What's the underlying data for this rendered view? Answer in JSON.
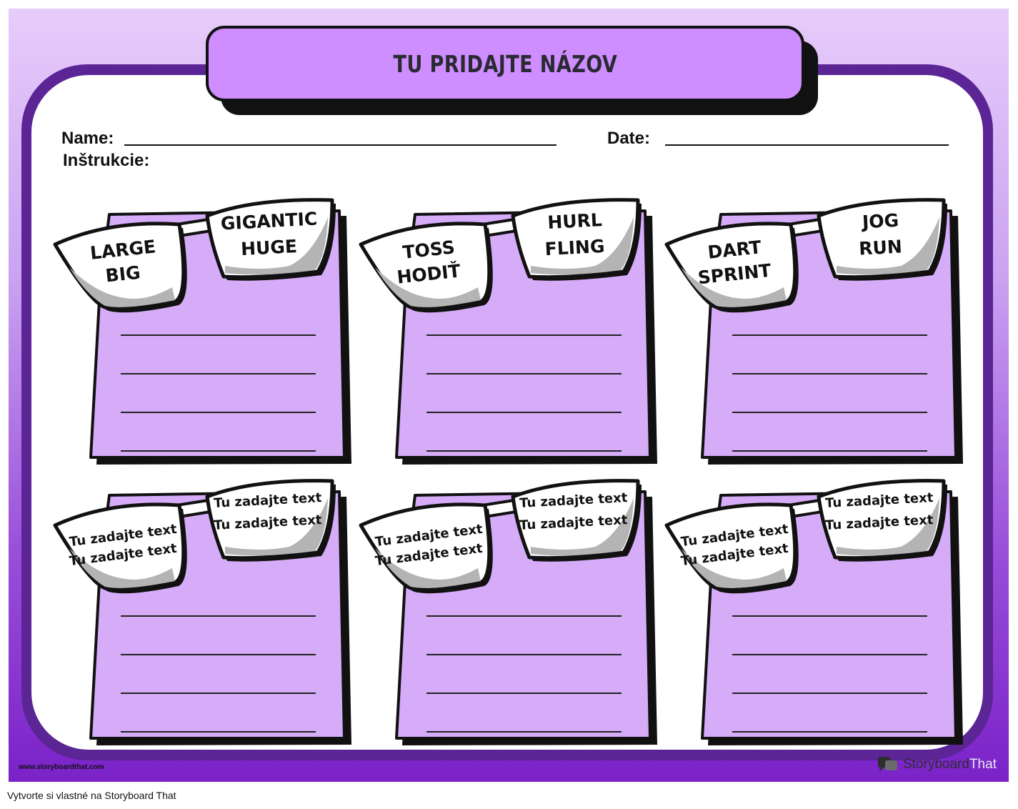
{
  "worksheet": {
    "title": "TU PRIDAJTE NÁZOV",
    "name_label": "Name:",
    "date_label": "Date:",
    "instructions_label": "Inštrukcie:"
  },
  "cards": [
    {
      "left_lens": [
        "LARGE",
        "BIG"
      ],
      "right_lens": [
        "GIGANTIC",
        "HUGE"
      ]
    },
    {
      "left_lens": [
        "TOSS",
        "HODIŤ"
      ],
      "right_lens": [
        "HURL",
        "FLING"
      ]
    },
    {
      "left_lens": [
        "DART",
        "SPRINT"
      ],
      "right_lens": [
        "JOG",
        "RUN"
      ]
    },
    {
      "left_lens": [
        "Tu zadajte text",
        "Tu zadajte text"
      ],
      "right_lens": [
        "Tu zadajte text",
        "Tu zadajte text"
      ]
    },
    {
      "left_lens": [
        "Tu zadajte text",
        "Tu zadajte text"
      ],
      "right_lens": [
        "Tu zadajte text",
        "Tu zadajte text"
      ]
    },
    {
      "left_lens": [
        "Tu zadajte text",
        "Tu zadajte text"
      ],
      "right_lens": [
        "Tu zadajte text",
        "Tu zadajte text"
      ]
    }
  ],
  "branding": {
    "website": "www.storyboardthat.com",
    "logo_dark": "Storyboard",
    "logo_light": "That",
    "footer": "Vytvorte si vlastné na Storyboard That"
  },
  "colors": {
    "card_fill": "#d6acf8",
    "title_fill": "#cf8eff",
    "frame": "#5b2596",
    "lens_shade": "#b4b4b4"
  }
}
